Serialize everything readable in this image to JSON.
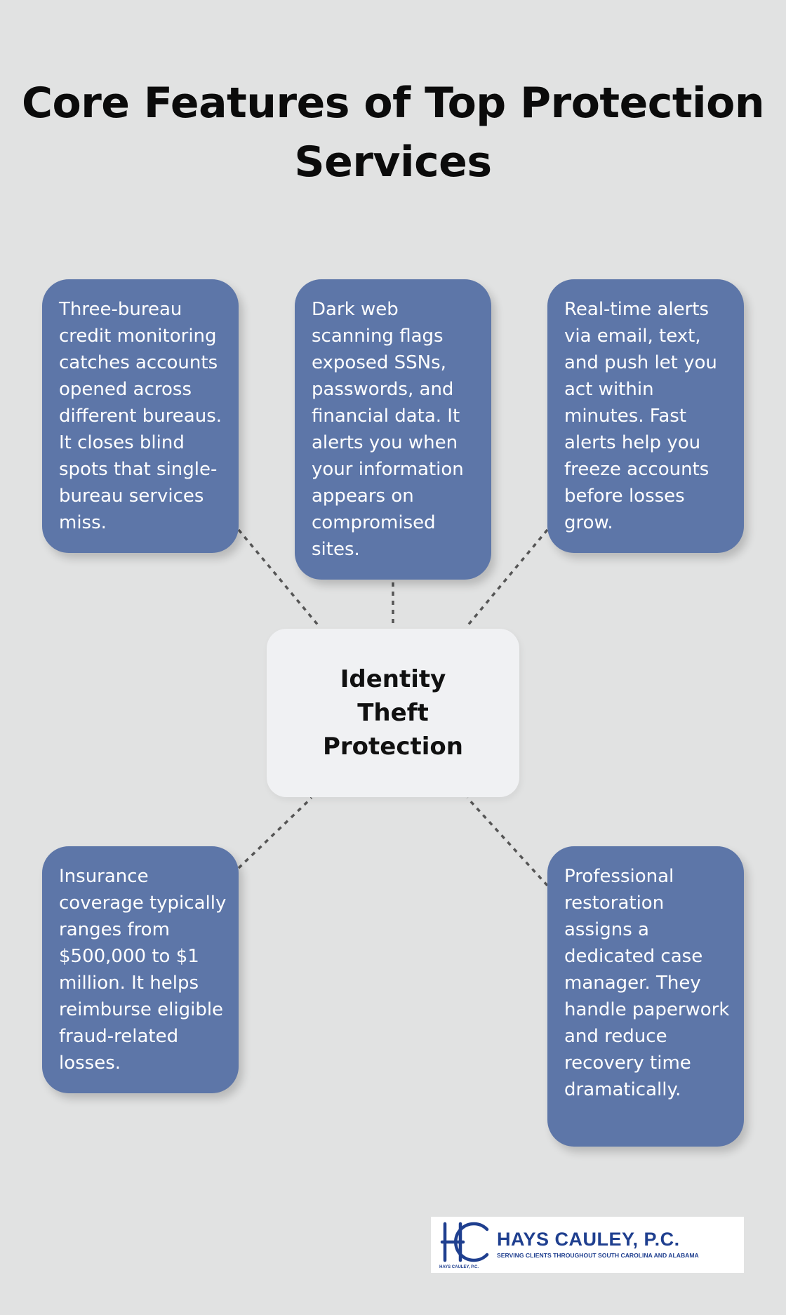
{
  "title": "Core Features of Top Protection Services",
  "center": {
    "label": "Identity Theft Protection"
  },
  "cards": [
    {
      "id": "credit-monitoring",
      "text": "Three-bureau credit monitoring catches accounts opened across different bureaus. It closes blind spots that single-bureau services miss."
    },
    {
      "id": "dark-web",
      "text": "Dark web scanning flags exposed SSNs, passwords, and financial data. It alerts you when your information appears on compromised sites."
    },
    {
      "id": "real-time-alerts",
      "text": "Real-time alerts via email, text, and push let you act within minutes. Fast alerts help you freeze accounts before losses grow."
    },
    {
      "id": "insurance",
      "text": "Insurance coverage typically ranges from $500,000 to $1 million. It helps reimburse eligible fraud-related losses."
    },
    {
      "id": "restoration",
      "text": "Professional restoration assigns a dedicated case manager. They handle paperwork and reduce recovery time dramatically."
    }
  ],
  "logo": {
    "name": "HAYS CAULEY, P.C.",
    "tagline": "SERVING CLIENTS THROUGHOUT SOUTH CAROLINA AND ALABAMA",
    "small_text": "HAYS CAULEY, P.C."
  },
  "colors": {
    "background": "#e1e2e2",
    "card": "#5d76a8",
    "center": "#f0f1f3",
    "connector": "#555555",
    "logo_blue": "#1f3f8f"
  }
}
